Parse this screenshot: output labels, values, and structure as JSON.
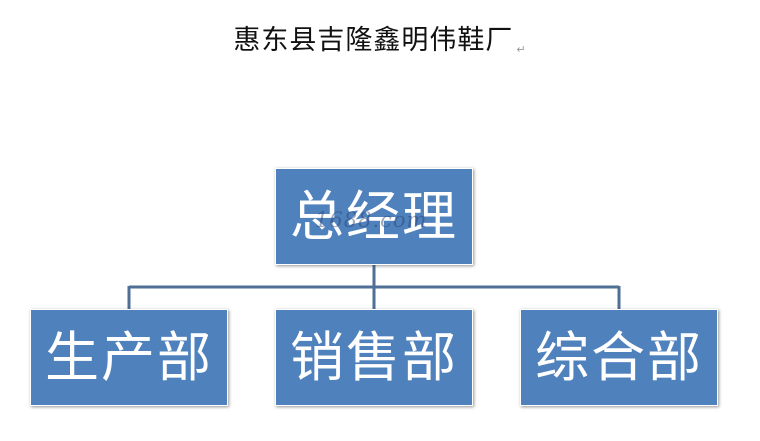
{
  "title": "惠东县吉隆鑫明伟鞋厂",
  "paragraph_mark": "↵",
  "org_chart": {
    "root": {
      "label": "总经理"
    },
    "children": [
      {
        "label": "生产部"
      },
      {
        "label": "销售部"
      },
      {
        "label": "综合部"
      }
    ]
  },
  "watermark": "1688.com",
  "colors": {
    "box_fill": "#4f81bd",
    "box_text": "#ffffff",
    "connector": "#4f6f96"
  }
}
